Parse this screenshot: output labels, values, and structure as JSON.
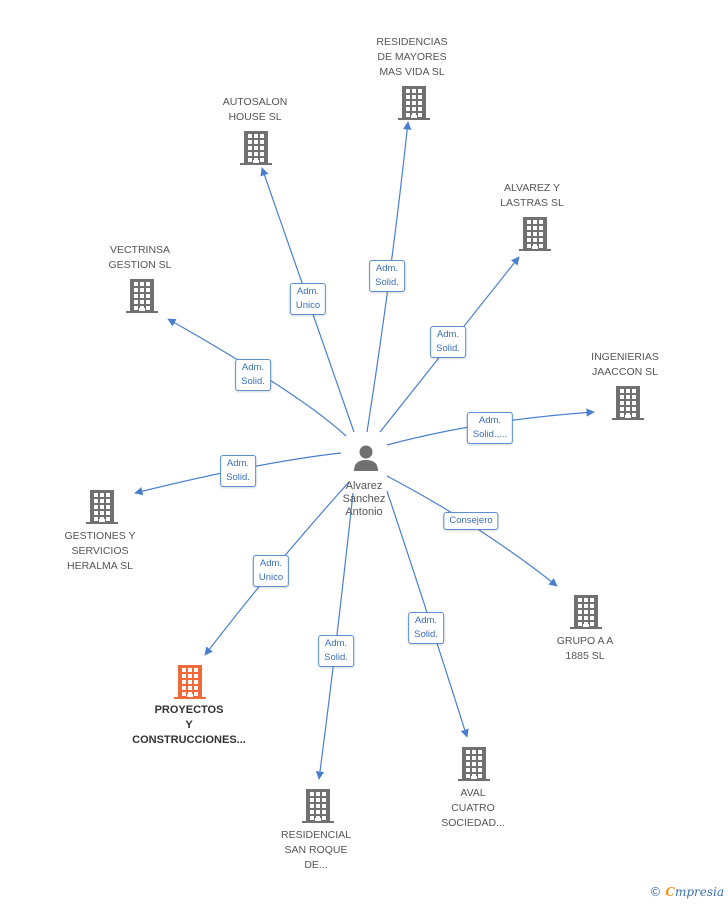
{
  "colors": {
    "accent": "#f26a3b",
    "building": "#707070",
    "edge": "#4a7fcf",
    "person": "#707070"
  },
  "center": {
    "name": "Alvarez Sanchez Antonio",
    "lines": [
      "Alvarez",
      "Sanchez",
      "Antonio"
    ]
  },
  "nodes": [
    {
      "id": "residencias",
      "lines": [
        "RESIDENCIAS",
        "DE MAYORES",
        "MAS VIDA SL"
      ],
      "role": [
        "Adm.",
        "Solid."
      ]
    },
    {
      "id": "autosalon",
      "lines": [
        "AUTOSALON",
        "HOUSE SL"
      ],
      "role": [
        "Adm.",
        "Unico"
      ]
    },
    {
      "id": "alvarez",
      "lines": [
        "ALVAREZ Y",
        "LASTRAS SL"
      ],
      "role": [
        "Adm.",
        "Solid."
      ]
    },
    {
      "id": "vectrinsa",
      "lines": [
        "VECTRINSA",
        "GESTION SL"
      ],
      "role": [
        "Adm.",
        "Solid."
      ]
    },
    {
      "id": "ingenierias",
      "lines": [
        "INGENIERIAS",
        "JAACCON SL"
      ],
      "role": [
        "Adm.",
        "Solid.,..."
      ]
    },
    {
      "id": "heralma",
      "lines": [
        "GESTIONES Y",
        "SERVICIOS",
        "HERALMA SL"
      ],
      "role": [
        "Adm.",
        "Solid."
      ]
    },
    {
      "id": "grupo",
      "lines": [
        "GRUPO A A",
        "1885 SL"
      ],
      "role": [
        "Consejero"
      ]
    },
    {
      "id": "proyectos",
      "lines": [
        "PROYECTOS",
        "Y",
        "CONSTRUCCIONES..."
      ],
      "role": [
        "Adm.",
        "Unico"
      ],
      "highlight": true
    },
    {
      "id": "aval",
      "lines": [
        "AVAL",
        "CUATRO",
        "SOCIEDAD..."
      ],
      "role": [
        "Adm.",
        "Solid."
      ]
    },
    {
      "id": "residencial",
      "lines": [
        "RESIDENCIAL",
        "SAN ROQUE",
        "DE..."
      ],
      "role": [
        "Adm.",
        "Solid."
      ]
    }
  ],
  "footer": {
    "copyright": "©",
    "brand_first": "C",
    "brand_rest": "mpresia"
  }
}
